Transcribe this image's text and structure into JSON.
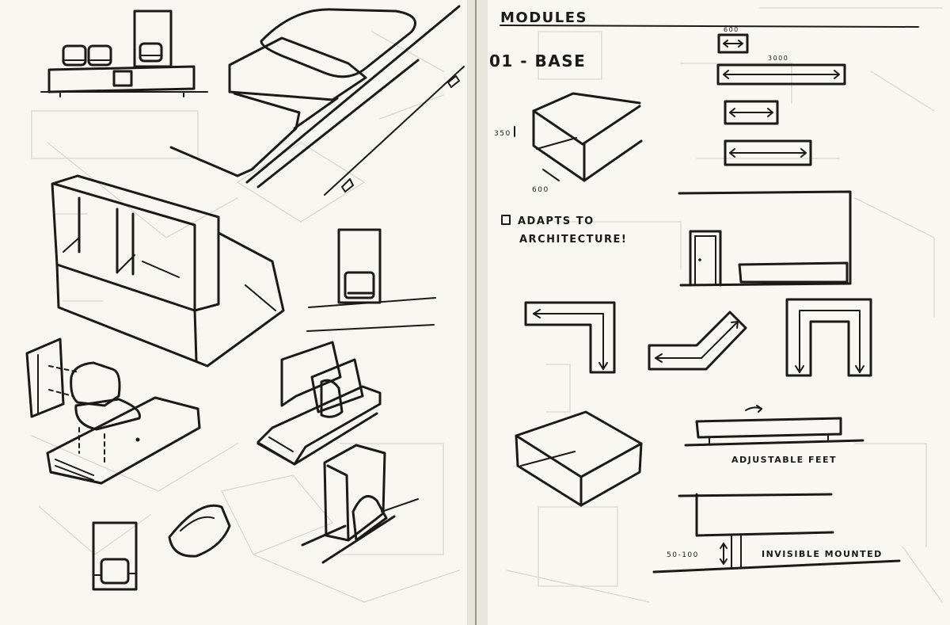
{
  "colors": {
    "paper": "#f7f6f1",
    "ink": "#1c1a18",
    "ghost": "#d9d7cf",
    "gutter": "#3a3632"
  },
  "right_page": {
    "heading": "MODULES",
    "section_title": "01 - BASE",
    "base_dims": {
      "height": "350",
      "depth": "600"
    },
    "length_dims": {
      "short": "600",
      "long": "3000"
    },
    "note_line1": "ADAPTS TO",
    "note_line2": "ARCHITECTURE!",
    "feet_label": "ADJUSTABLE FEET",
    "mount_range": "50-100",
    "mount_label": "INVISIBLE MOUNTED"
  }
}
